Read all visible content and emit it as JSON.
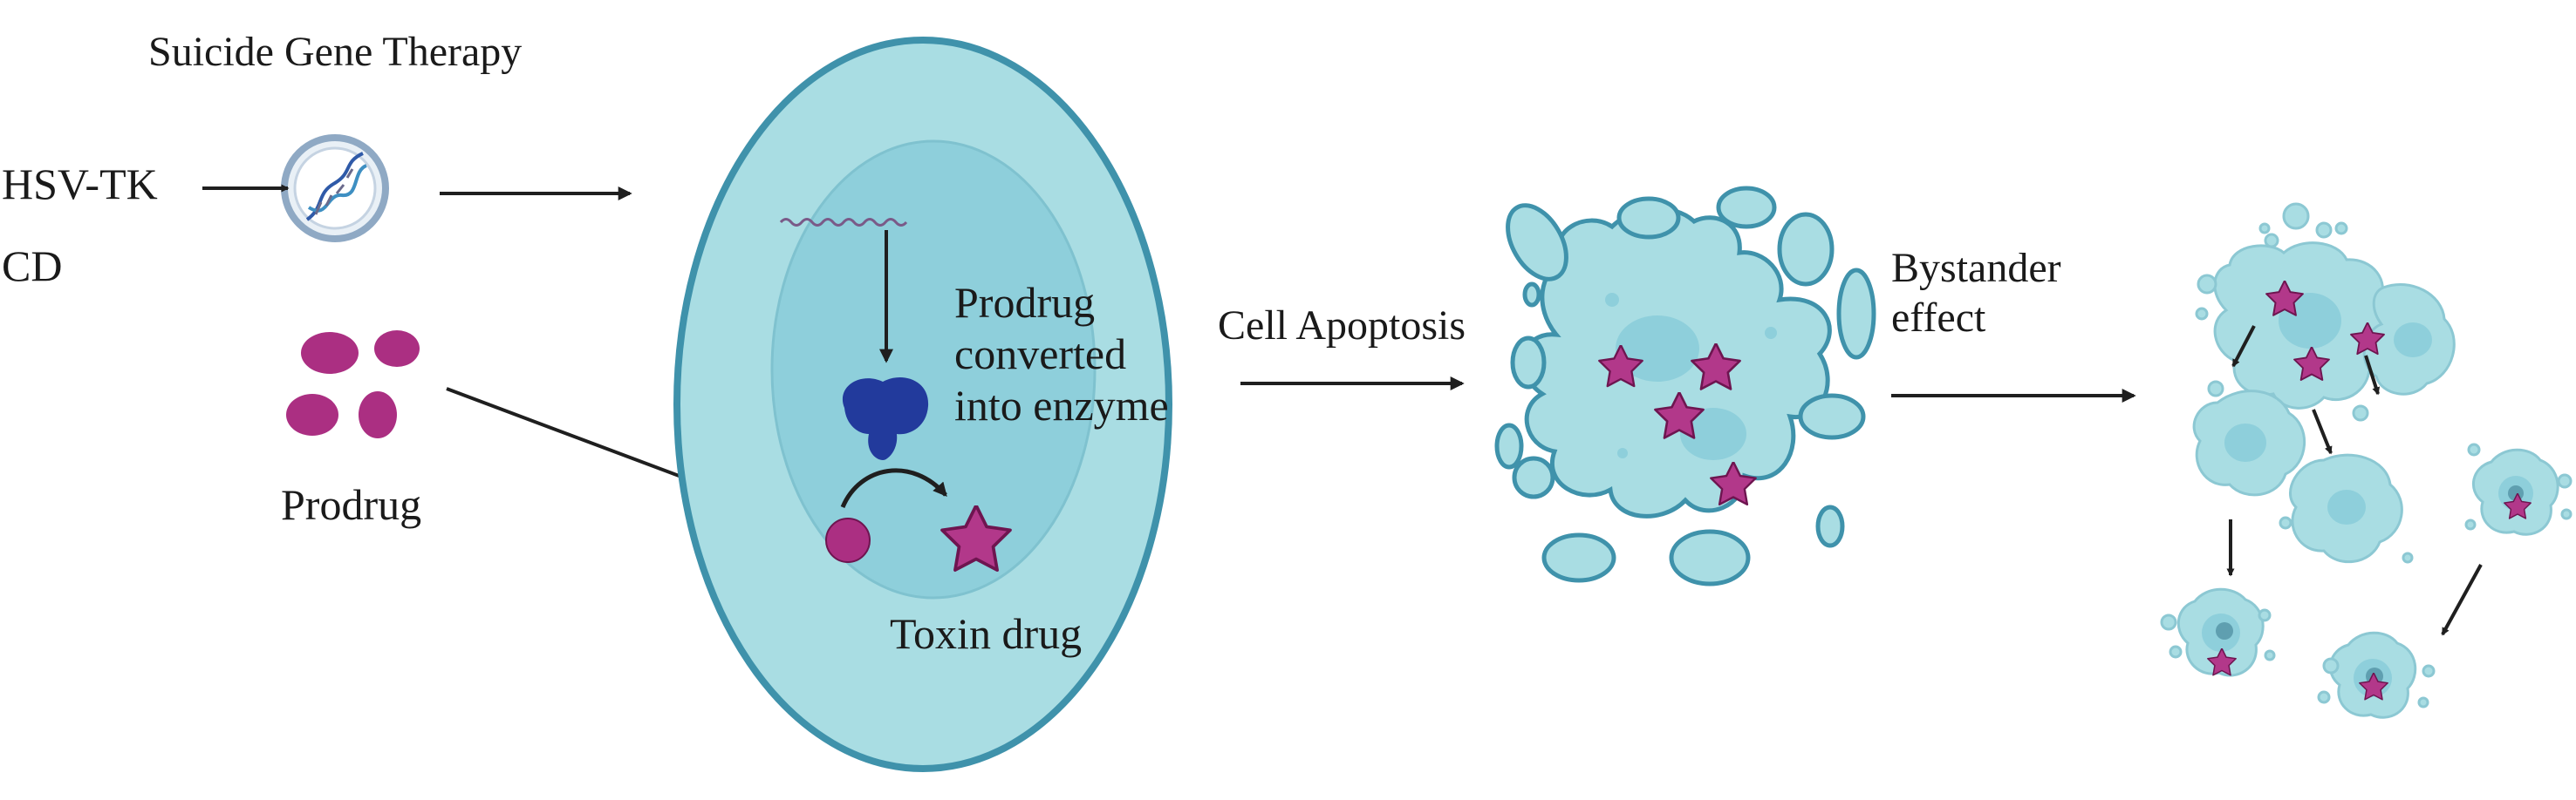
{
  "diagram": {
    "title": "Suicide Gene Therapy",
    "genes": [
      "HSV-TK",
      "CD"
    ],
    "prodrug_label": "Prodrug",
    "conversion_label": [
      "Prodrug",
      "converted",
      "into enzyme"
    ],
    "toxin_label": "Toxin drug",
    "apoptosis_label": "Cell Apoptosis",
    "bystander_label": [
      "Bystander",
      "effect"
    ]
  },
  "colors": {
    "cell_fill": "#a9dde3",
    "cell_border": "#3f92ab",
    "nucleus_fill": "#8ecfdb",
    "prodrug": "#ab2f82",
    "toxin": "#b2388a",
    "enzyme": "#223a9c",
    "arrow": "#1f1f1f"
  },
  "icons": [
    "plasmid-dna-icon",
    "mrna-strand-icon",
    "enzyme-icon",
    "prodrug-molecule-icon",
    "toxin-star-icon",
    "apoptotic-cell-icon",
    "bystander-cell-icon"
  ]
}
